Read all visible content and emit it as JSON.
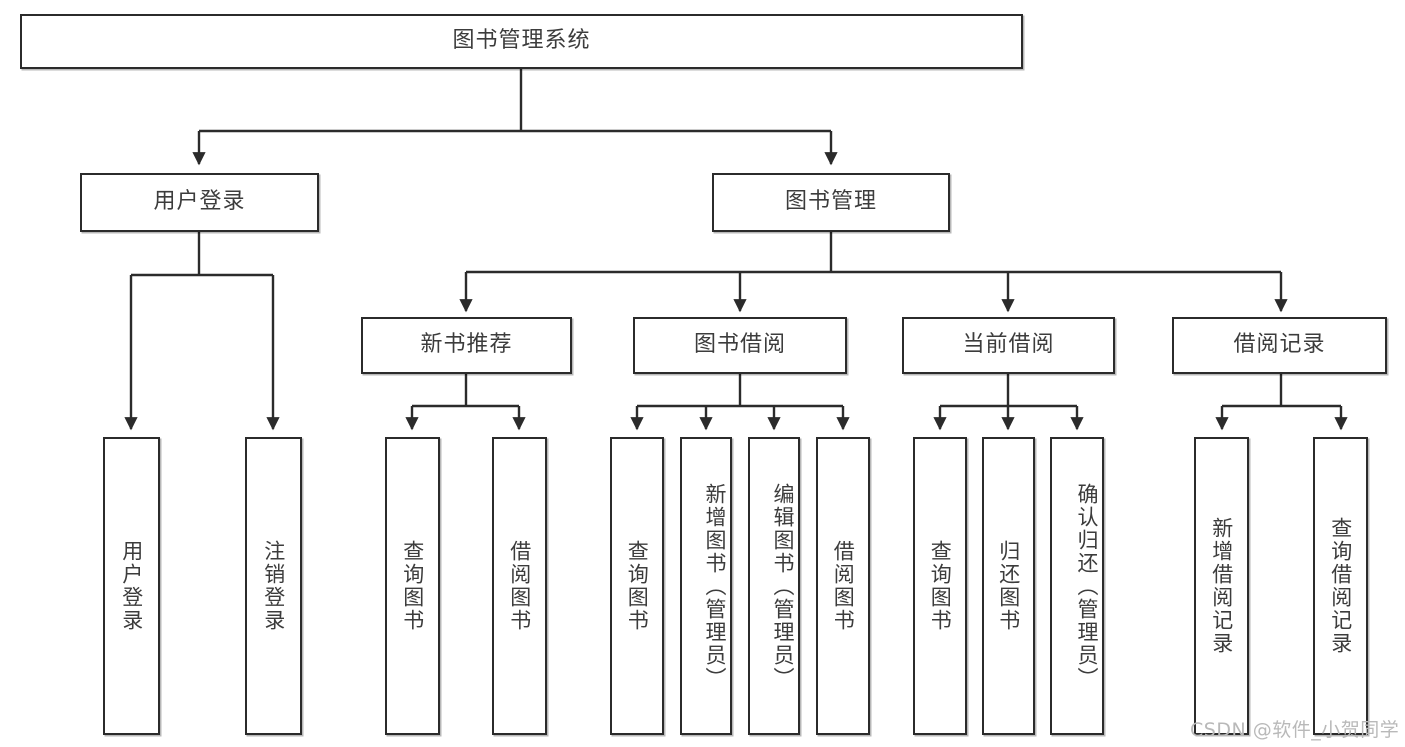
{
  "diagram": {
    "type": "tree-hierarchy-chart",
    "title": "图书管理系统",
    "colors": {
      "box_border": "#2b2b2b",
      "box_fill": "#ffffff",
      "text": "#3c3c3c",
      "connector": "#2b2b2b",
      "watermark": "#b9b9b9",
      "background": "#ffffff"
    },
    "root": {
      "label": "图书管理系统"
    },
    "level2": [
      {
        "label": "用户登录"
      },
      {
        "label": "图书管理"
      }
    ],
    "level3": [
      {
        "label": "新书推荐"
      },
      {
        "label": "图书借阅"
      },
      {
        "label": "当前借阅"
      },
      {
        "label": "借阅记录"
      }
    ],
    "leaves": {
      "user_login": [
        {
          "label": "用户登录"
        },
        {
          "label": "注销登录"
        }
      ],
      "new_book_recommend": [
        {
          "label": "查询图书"
        },
        {
          "label": "借阅图书"
        }
      ],
      "book_borrow": [
        {
          "label": "查询图书"
        },
        {
          "label": "新增图书（管理员）"
        },
        {
          "label": "编辑图书（管理员）"
        },
        {
          "label": "借阅图书"
        }
      ],
      "current_borrow": [
        {
          "label": "查询图书"
        },
        {
          "label": "归还图书"
        },
        {
          "label": "确认归还（管理员）"
        }
      ],
      "borrow_record": [
        {
          "label": "新增借阅记录"
        },
        {
          "label": "查询借阅记录"
        }
      ]
    }
  },
  "watermark": {
    "text": "CSDN @软件_小贺同学"
  }
}
